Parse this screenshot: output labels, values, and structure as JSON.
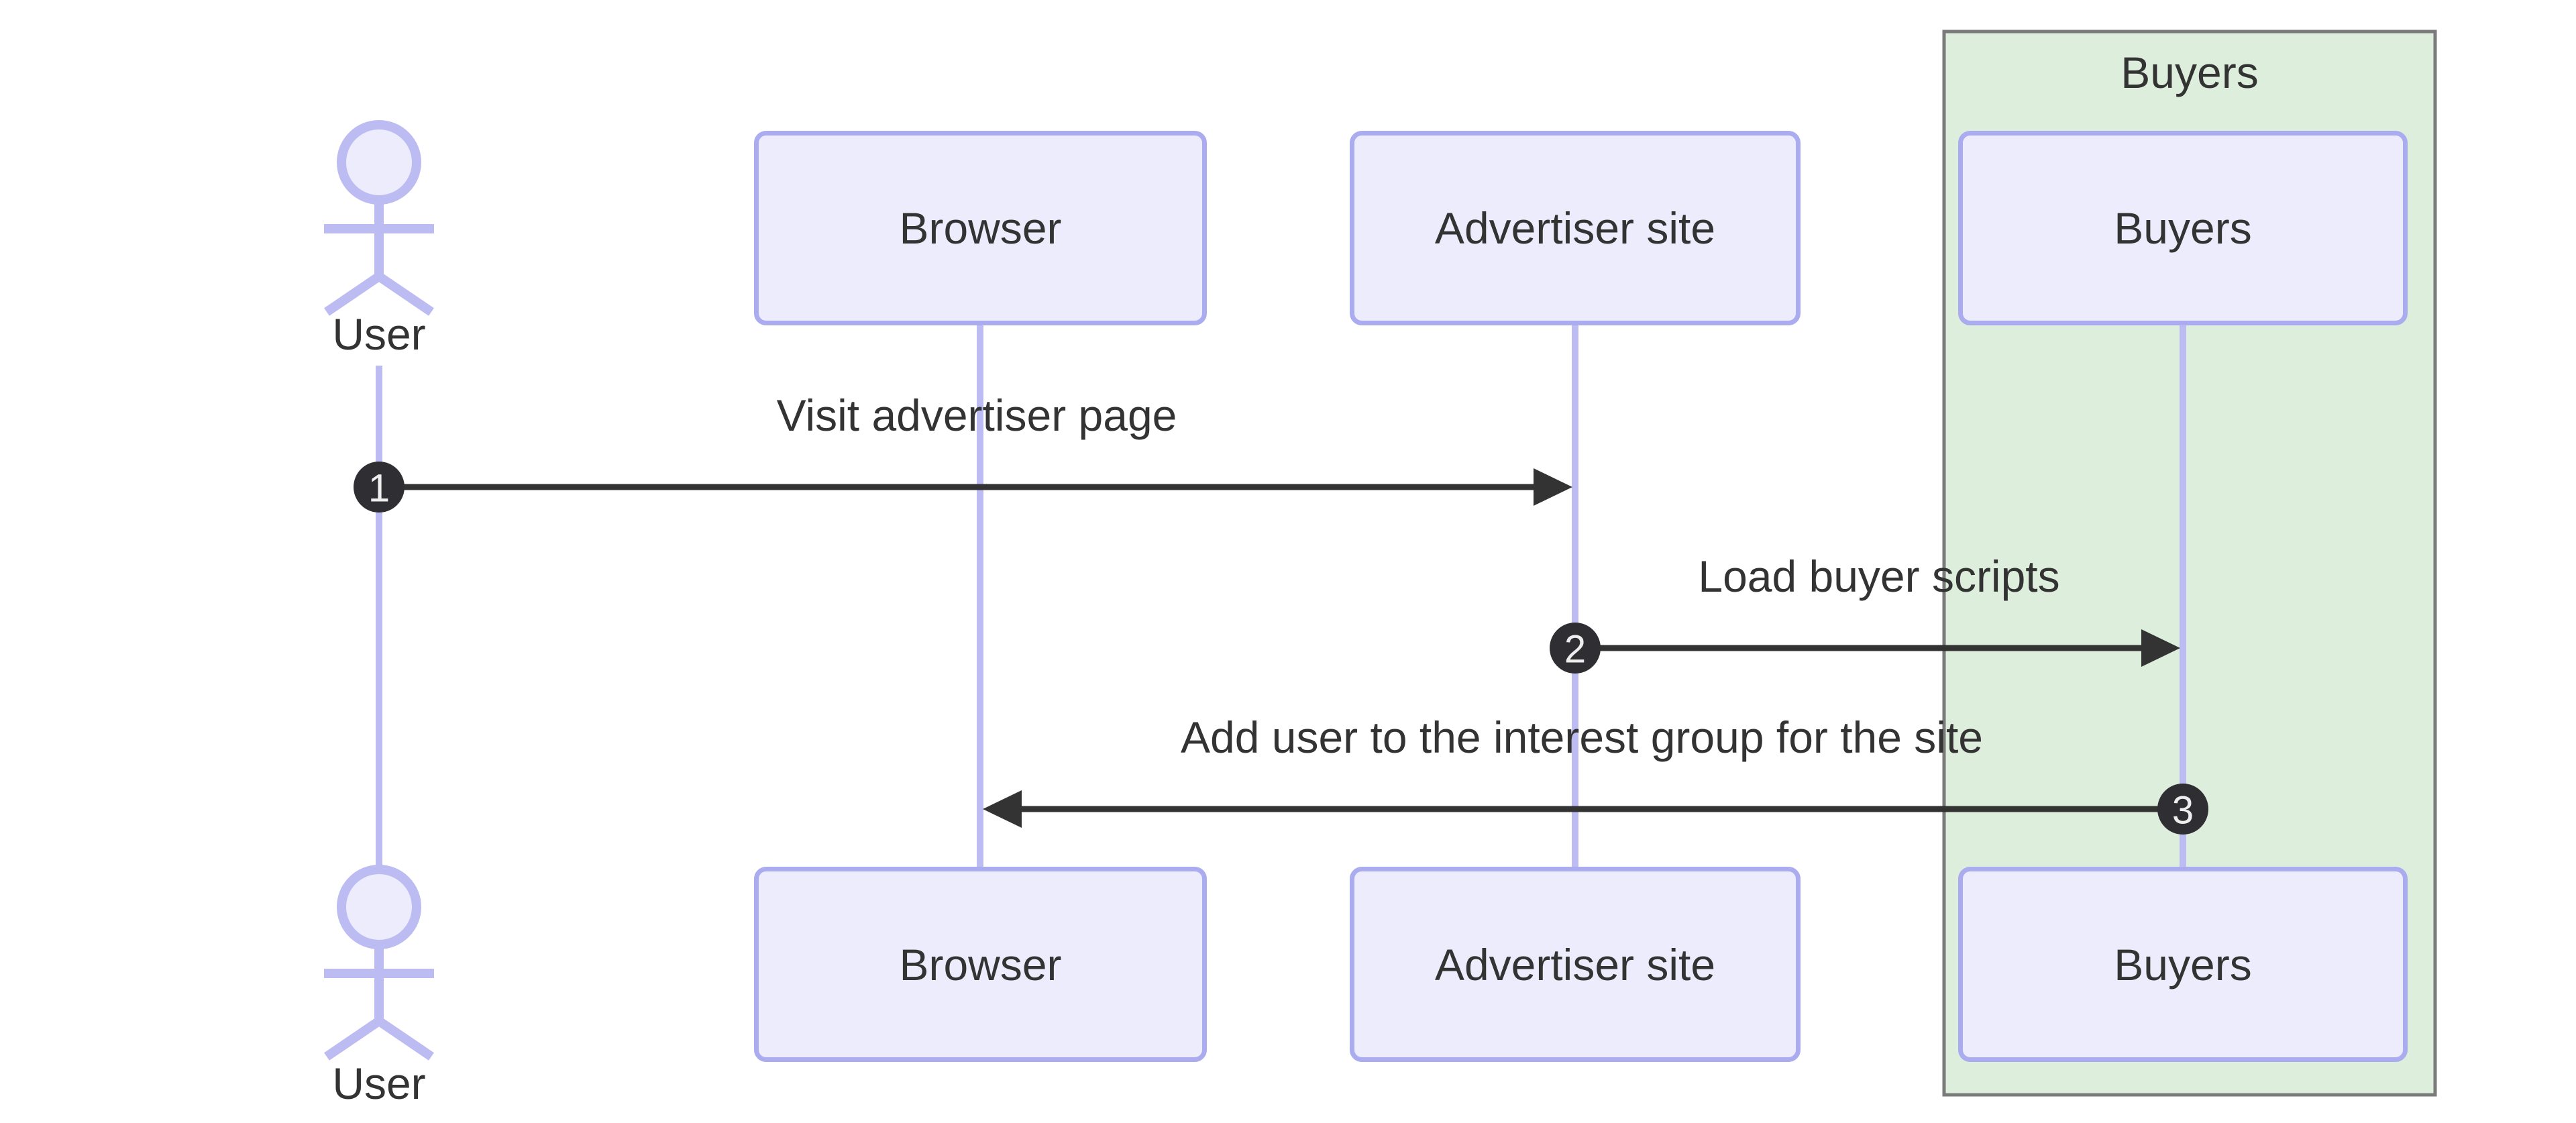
{
  "colors": {
    "text": "#333333",
    "signal": "#333333",
    "participant_fill": "#ECECFC",
    "participant_border": "#ABABF0",
    "lifeline": "#BCBCF2",
    "group_fill": "#DDEEDD",
    "group_border": "#7A7A7A",
    "number_bg": "#2F2F33",
    "number_text": "#EEEEEE"
  },
  "actor": {
    "label": "User"
  },
  "participants": [
    {
      "label": "Browser"
    },
    {
      "label": "Advertiser site"
    },
    {
      "label": "Buyers"
    }
  ],
  "group": {
    "label": "Buyers"
  },
  "messages": [
    {
      "num": "1",
      "label": "Visit advertiser page"
    },
    {
      "num": "2",
      "label": "Load buyer scripts"
    },
    {
      "num": "3",
      "label": "Add user to the interest group for the site"
    }
  ]
}
